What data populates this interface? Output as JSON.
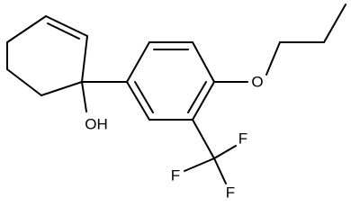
{
  "molecule": {
    "atoms": {
      "hydroxyl": "OH",
      "ether_oxygen": "O",
      "fluorine_top": "F",
      "fluorine_left": "F",
      "fluorine_bottom": "F"
    }
  },
  "colors": {
    "bond": "#000000",
    "label": "#000000",
    "background": "#ffffff"
  }
}
